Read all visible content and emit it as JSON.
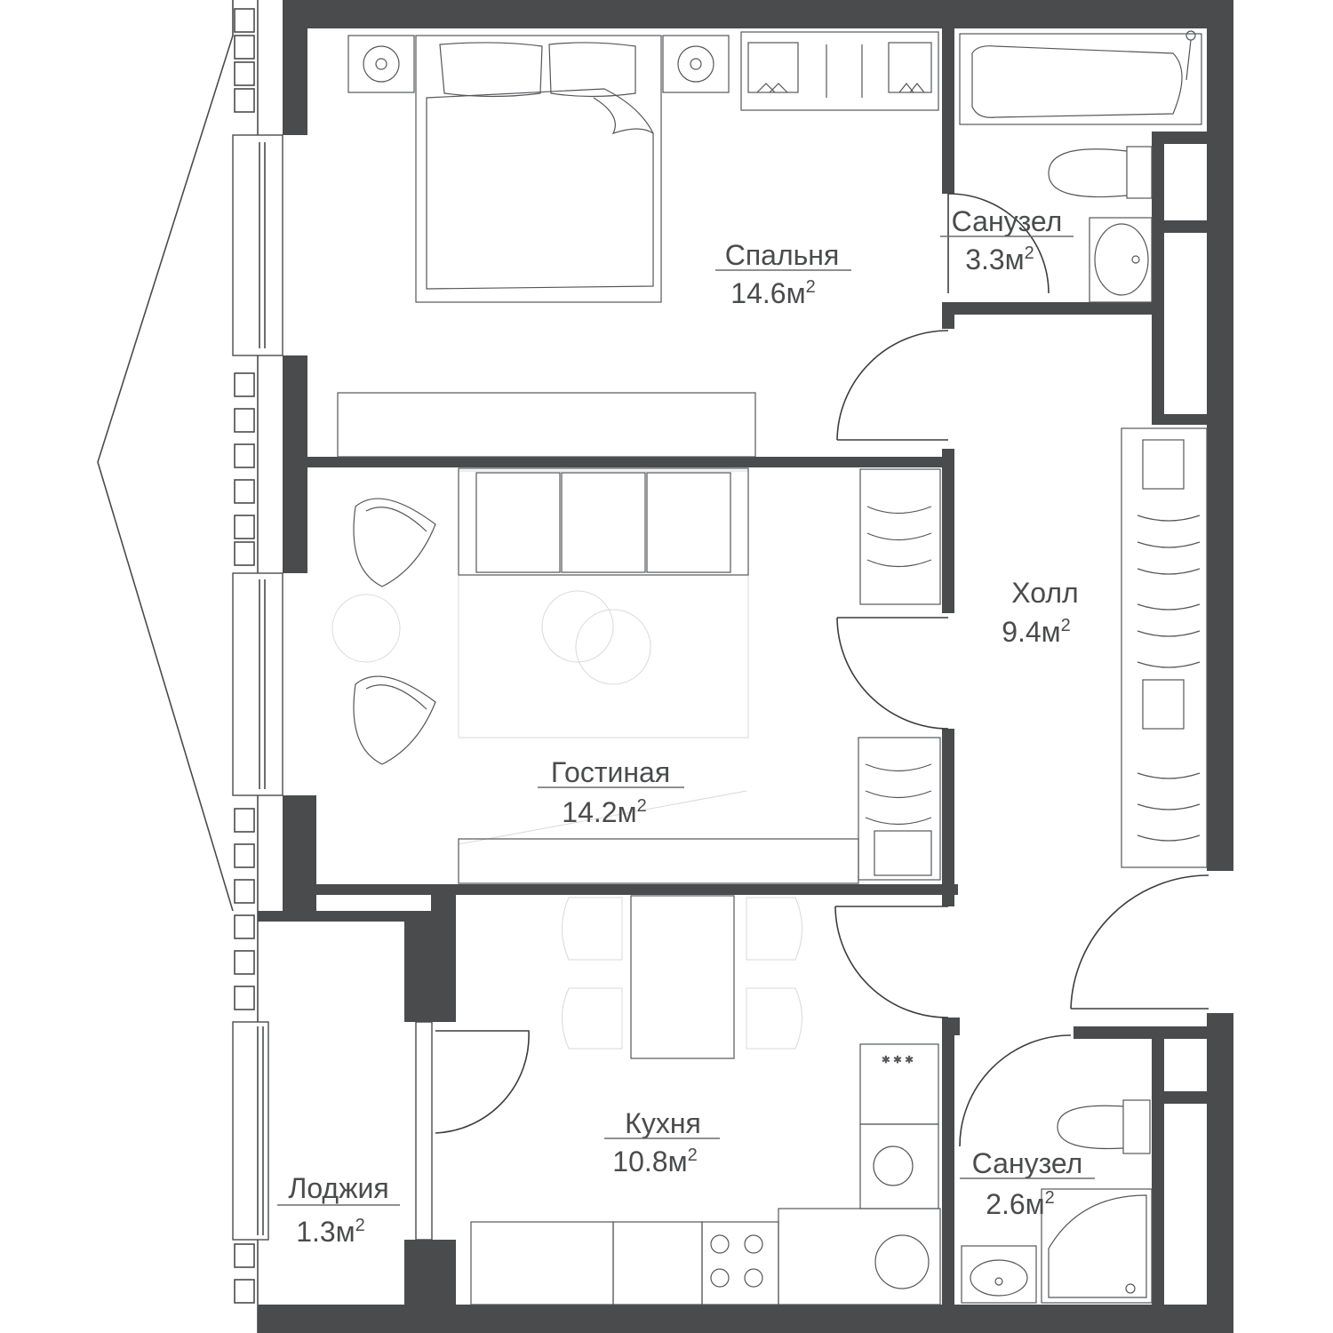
{
  "rooms": [
    {
      "id": "bedroom",
      "name": "Спальня",
      "area": "14.6м",
      "unit_power": "2"
    },
    {
      "id": "bath1",
      "name": "Санузел",
      "area": "3.3м",
      "unit_power": "2"
    },
    {
      "id": "hall",
      "name": "Холл",
      "area": "9.4м",
      "unit_power": "2"
    },
    {
      "id": "living",
      "name": "Гостиная",
      "area": "14.2м",
      "unit_power": "2"
    },
    {
      "id": "kitchen",
      "name": "Кухня",
      "area": "10.8м",
      "unit_power": "2"
    },
    {
      "id": "bath2",
      "name": "Санузел",
      "area": "2.6м",
      "unit_power": "2"
    },
    {
      "id": "loggia",
      "name": "Лоджия",
      "area": "1.3м",
      "unit_power": "2"
    }
  ]
}
